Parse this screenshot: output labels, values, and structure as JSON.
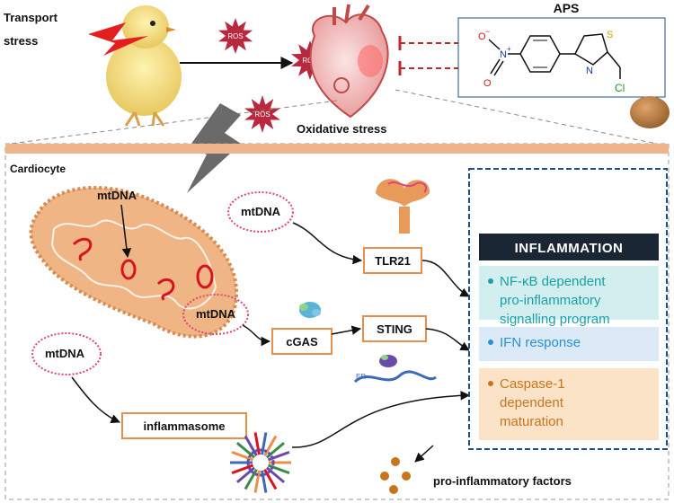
{
  "top": {
    "transport_stress": [
      "Transport",
      "stress"
    ],
    "ros_label": "ROS",
    "oxidative_stress": "Oxidative stress",
    "aps_title": "APS",
    "chem_atoms": {
      "o_minus": "O",
      "minus_sign": "−",
      "n_plus": "N",
      "plus_sign": "+",
      "o": "O",
      "s": "S",
      "n": "N",
      "cl": "Cl"
    }
  },
  "cell": {
    "title": "Cardiocyte",
    "mtdna_label": "mtDNA",
    "tlr21": "TLR21",
    "cgas": "cGAS",
    "sting": "STING",
    "er": "ER",
    "inflammasome": "inflammasome",
    "pro_inflammatory_factors": "pro-inflammatory factors"
  },
  "inflammation": {
    "header": "INFLAMMATION",
    "items": [
      {
        "lines": [
          "NF-κB dependent",
          "pro-inflammatory",
          "signalling program"
        ],
        "color": "#1aa0a8",
        "bg": "#d3eeee"
      },
      {
        "lines": [
          "IFN response"
        ],
        "color": "#2a8fd6",
        "bg": "#dceaf8"
      },
      {
        "lines": [
          "Caspase-1",
          "dependent",
          "maturation"
        ],
        "color": "#c8741c",
        "bg": "#fbe3c8"
      }
    ]
  },
  "colors": {
    "membrane": "#f0b48a",
    "mito_fill": "#f0b585",
    "mito_edge": "#d98a50",
    "ros_fill": "#b8283e",
    "dna_pink": "#e0457a",
    "dashed_red": "#c0282c",
    "dashed_blue": "#1d4f8f"
  }
}
